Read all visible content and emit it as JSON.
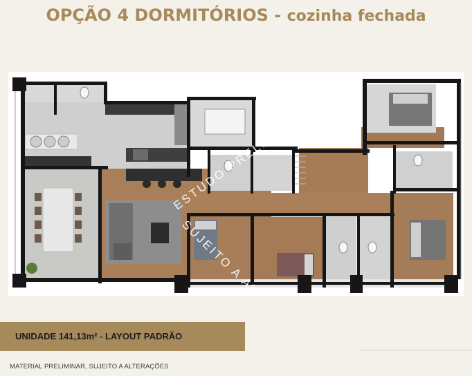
{
  "header": {
    "title_main": "OPÇÃO 4 DORMITÓRIOS -",
    "title_sub": "cozinha fechada"
  },
  "plan": {
    "watermark_line1": "ESTUDO PRELIMINAR,",
    "watermark_line2": "SUJEITO A ALTERAÇÃO"
  },
  "banner": {
    "label": "UNIDADE 141,13m² - LAYOUT PADRÃO"
  },
  "footer": {
    "note": "MATERIAL PRELIMINAR, SUJEITO A ALTERAÇÕES"
  },
  "colors": {
    "gold": "#a68a5c",
    "wall": "#1a1a1a",
    "wood": "#a67c58",
    "tile": "#d2d2d2",
    "rug": "#8f8f8f"
  }
}
